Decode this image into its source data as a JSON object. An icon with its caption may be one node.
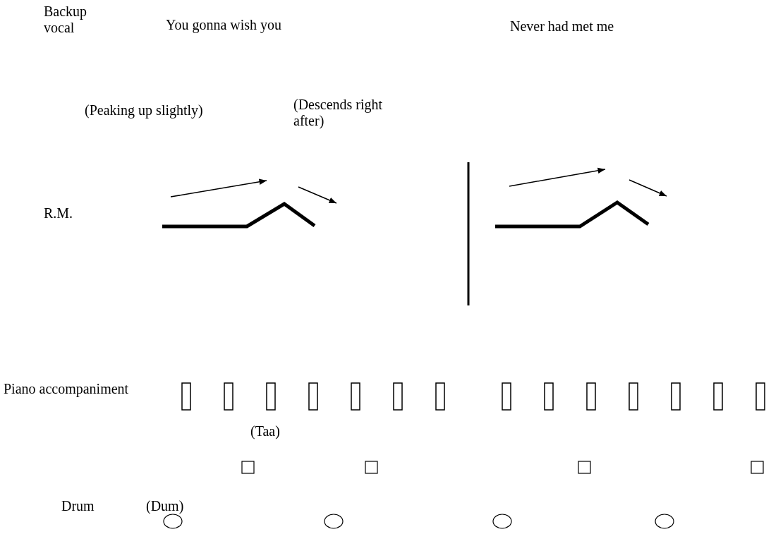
{
  "diagram": {
    "labels": [
      "Backup vocal",
      "You gonna wish you",
      "Never had met me",
      "(Peaking up slightly)",
      "(Descends right after)",
      "R.M.",
      "Piano accompaniment",
      "(Taa)",
      "Drum",
      "(Dum)"
    ]
  }
}
